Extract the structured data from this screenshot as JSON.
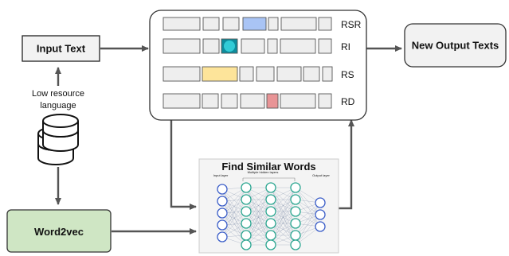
{
  "nodes": {
    "input_text": "Input Text",
    "input_note_line1": "Low resource",
    "input_note_line2": "language",
    "word2vec": "Word2vec",
    "new_output": "New Output Texts",
    "find_similar": "Find Similar Words",
    "nn_input_label": "Input layer",
    "nn_hidden_label": "Multiple hidden layers",
    "nn_output_label": "Output layer"
  },
  "operations": [
    {
      "label": "RSR",
      "highlight_color": "#a9c4f5",
      "highlight_index": 3
    },
    {
      "label": "RI",
      "highlight_color": "#1fb2b8",
      "highlight_index": 2
    },
    {
      "label": "RS",
      "highlight_color": "#fde49a",
      "highlight_index": 1
    },
    {
      "label": "RD",
      "highlight_color": "#e89496",
      "highlight_index": 4
    }
  ],
  "colors": {
    "word2vec_fill": "#cfe6c4",
    "box_fill": "#f2f2f2",
    "cell_fill": "#eeeeee",
    "nn_input_node": "#3a5dc8",
    "nn_hidden_node": "#2aa690",
    "nn_output_node": "#3a5dc8"
  },
  "icons": [
    "database-icon"
  ]
}
